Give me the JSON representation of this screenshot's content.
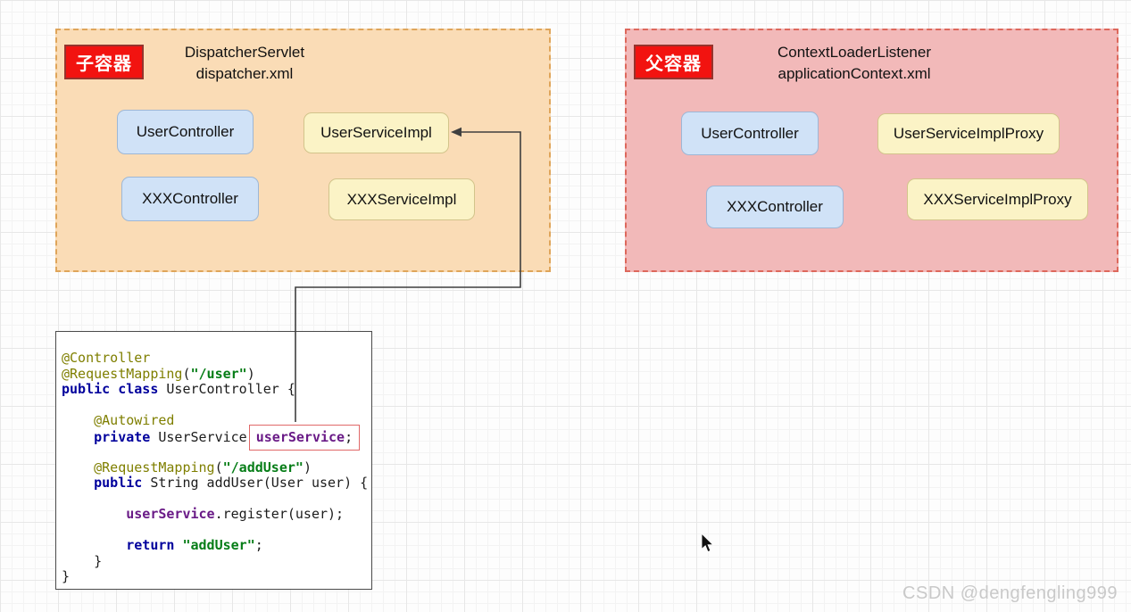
{
  "diagram": {
    "child_container": {
      "badge": "子容器",
      "title_line1": "DispatcherServlet",
      "title_line2": "dispatcher.xml",
      "beans": [
        {
          "label": "UserController",
          "kind": "controller"
        },
        {
          "label": "UserServiceImpl",
          "kind": "service"
        },
        {
          "label": "XXXController",
          "kind": "controller"
        },
        {
          "label": "XXXServiceImpl",
          "kind": "service"
        }
      ]
    },
    "parent_container": {
      "badge": "父容器",
      "title_line1": "ContextLoaderListener",
      "title_line2": "applicationContext.xml",
      "beans": [
        {
          "label": "UserController",
          "kind": "controller"
        },
        {
          "label": "UserServiceImplProxy",
          "kind": "service"
        },
        {
          "label": "XXXController",
          "kind": "controller"
        },
        {
          "label": "XXXServiceImplProxy",
          "kind": "service"
        }
      ]
    },
    "connector": {
      "from": "userService field in code",
      "to": "UserServiceImpl bean in child container"
    }
  },
  "code_panel": {
    "lines": [
      [
        {
          "t": "ann",
          "s": "@Controller"
        }
      ],
      [
        {
          "t": "ann",
          "s": "@RequestMapping"
        },
        {
          "t": "plain",
          "s": "("
        },
        {
          "t": "str",
          "s": "\"/user\""
        },
        {
          "t": "plain",
          "s": ")"
        }
      ],
      [
        {
          "t": "kw",
          "s": "public class "
        },
        {
          "t": "plain",
          "s": "UserController {"
        }
      ],
      [],
      [
        {
          "t": "ann",
          "s": "    @Autowired"
        }
      ],
      [
        {
          "t": "kw",
          "s": "    private "
        },
        {
          "t": "plain",
          "s": "UserService "
        },
        {
          "hl": [
            {
              "t": "field",
              "s": "userService"
            },
            {
              "t": "plain",
              "s": ";"
            }
          ]
        }
      ],
      [],
      [
        {
          "t": "ann",
          "s": "    @RequestMapping"
        },
        {
          "t": "plain",
          "s": "("
        },
        {
          "t": "str",
          "s": "\"/addUser\""
        },
        {
          "t": "plain",
          "s": ")"
        }
      ],
      [
        {
          "t": "kw",
          "s": "    public "
        },
        {
          "t": "plain",
          "s": "String addUser(User user) {"
        }
      ],
      [],
      [
        {
          "t": "field",
          "s": "        userService"
        },
        {
          "t": "plain",
          "s": ".register(user);"
        }
      ],
      [],
      [
        {
          "t": "kw",
          "s": "        return "
        },
        {
          "t": "str",
          "s": "\"addUser\""
        },
        {
          "t": "plain",
          "s": ";"
        }
      ],
      [
        {
          "t": "plain",
          "s": "    }"
        }
      ],
      [
        {
          "t": "plain",
          "s": "}"
        }
      ]
    ]
  },
  "watermark": "CSDN @dengfengling999",
  "colors": {
    "badge_red": "#f21310",
    "child_container_bg": "#fadcb6",
    "child_container_border": "#dfa55a",
    "parent_container_bg": "#f2b9b9",
    "parent_container_border": "#dd685c",
    "controller_box_bg": "#d0e2f7",
    "service_box_bg": "#fbf3c6",
    "code_keyword": "#00009c",
    "code_annotation": "#7f7f00",
    "code_string": "#067d17",
    "code_field": "#6a1b87",
    "highlight_border": "#e06868",
    "connector_line": "#3f3f3f"
  }
}
